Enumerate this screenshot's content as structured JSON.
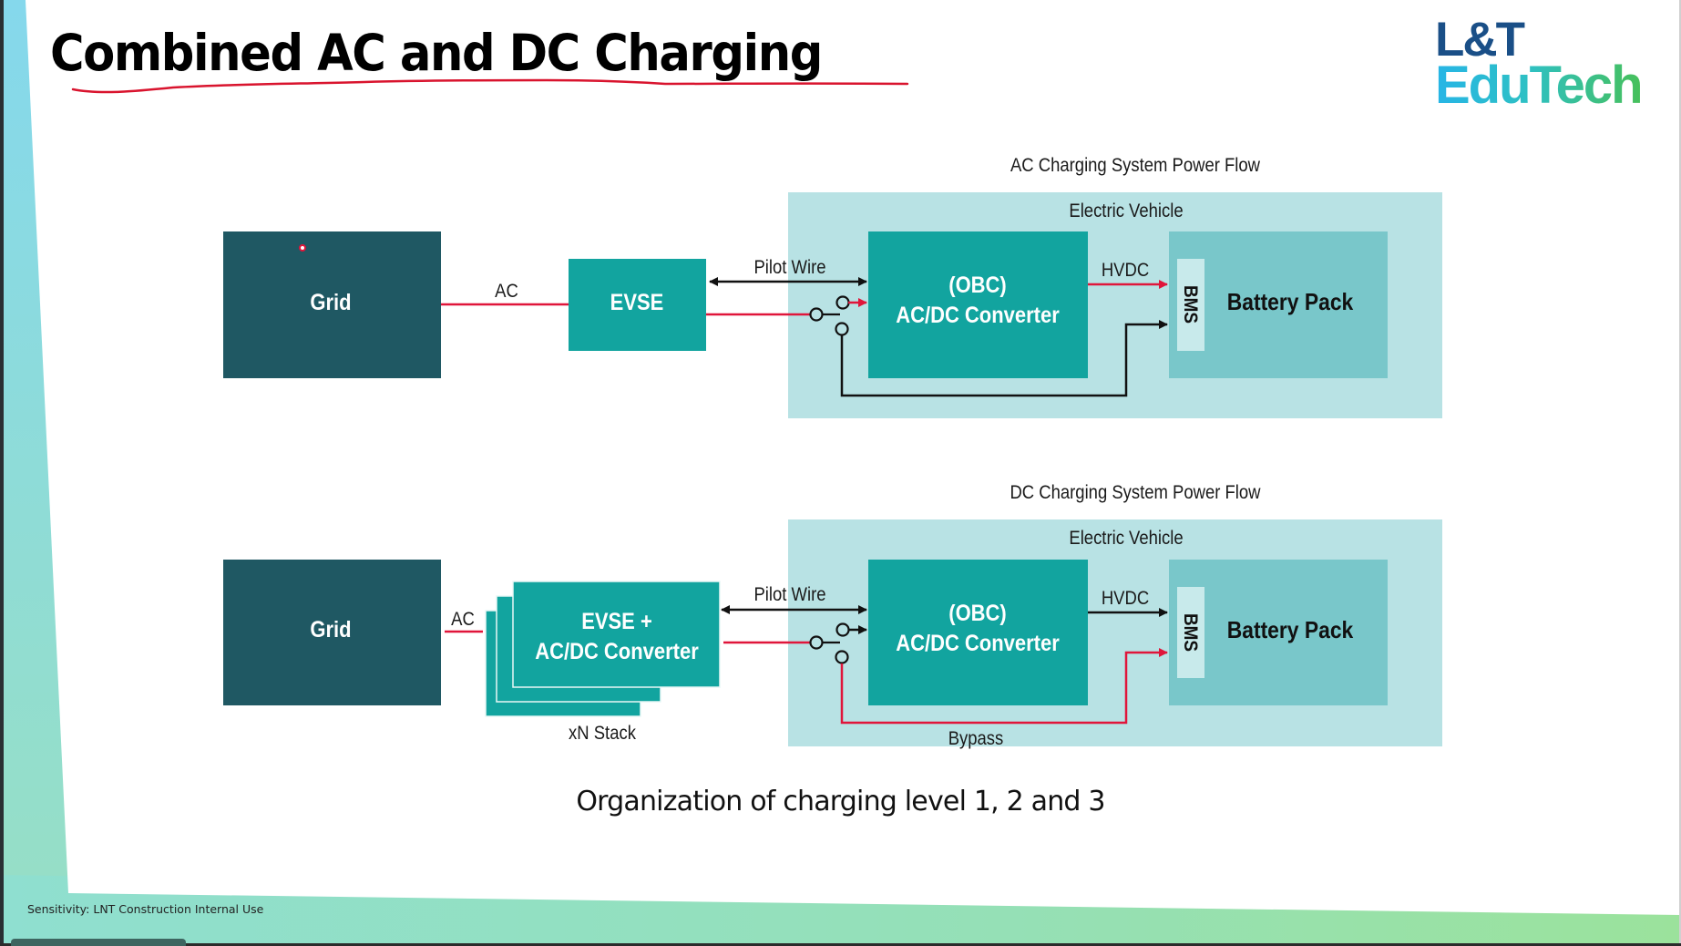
{
  "slide": {
    "title": "Combined AC and DC Charging",
    "logo": {
      "line1": "L&T",
      "line2": "EduTech"
    },
    "caption": "Organization of charging level 1, 2 and 3",
    "footer": "Sensitivity: LNT Construction Internal Use"
  },
  "colors": {
    "grid_block": "#1f5863",
    "evse_block": "#12a49f",
    "ev_container": "#b8e2e4",
    "battery_block": "#79c7ca",
    "bms_block": "#c8eaeb",
    "power_line": "#e0153a",
    "signal_line": "#111111",
    "title_underline": "#d9142e"
  },
  "ac_diagram": {
    "heading": "AC Charging System Power Flow",
    "container_label": "Electric Vehicle",
    "grid_label": "Grid",
    "link_label": "AC",
    "evse_label": "EVSE",
    "pilot_label": "Pilot Wire",
    "obc_line1": "(OBC)",
    "obc_line2": "AC/DC Converter",
    "hvdc_label": "HVDC",
    "bms_label": "BMS",
    "battery_label": "Battery Pack"
  },
  "dc_diagram": {
    "heading": "DC Charging System Power Flow",
    "container_label": "Electric Vehicle",
    "grid_label": "Grid",
    "link_label": "AC",
    "evse_line1": "EVSE +",
    "evse_line2": "AC/DC Converter",
    "stack_label": "xN Stack",
    "pilot_label": "Pilot Wire",
    "obc_line1": "(OBC)",
    "obc_line2": "AC/DC Converter",
    "hvdc_label": "HVDC",
    "bms_label": "BMS",
    "battery_label": "Battery Pack",
    "bypass_label": "Bypass"
  }
}
